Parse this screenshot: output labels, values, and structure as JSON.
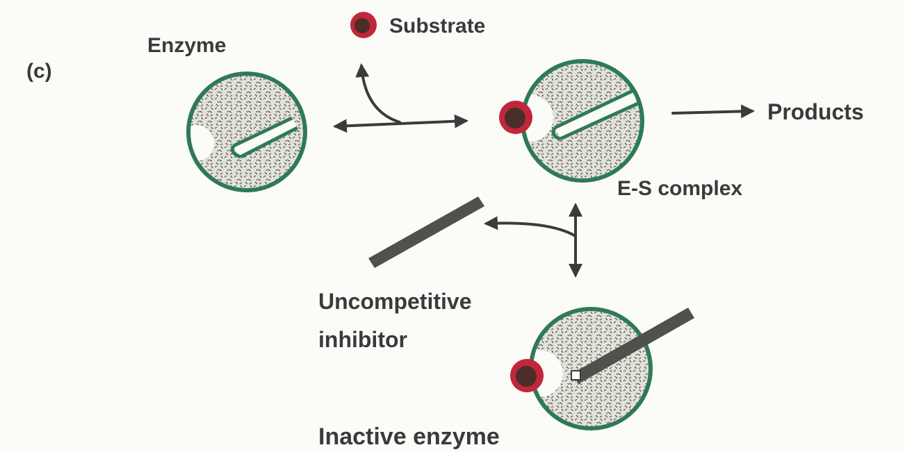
{
  "panel_label": "(c)",
  "labels": {
    "enzyme": "Enzyme",
    "substrate": "Substrate",
    "products": "Products",
    "es_complex": "E-S complex",
    "inhibitor_line1": "Uncompetitive",
    "inhibitor_line2": "inhibitor",
    "inactive_enzyme": "Inactive enzyme"
  },
  "colors": {
    "enzyme_outline": "#2f7a56",
    "substrate": "#c2263a",
    "substrate_core": "#4a2e2a",
    "inhibitor": "#4e524a",
    "text": "#3a3a3c"
  }
}
